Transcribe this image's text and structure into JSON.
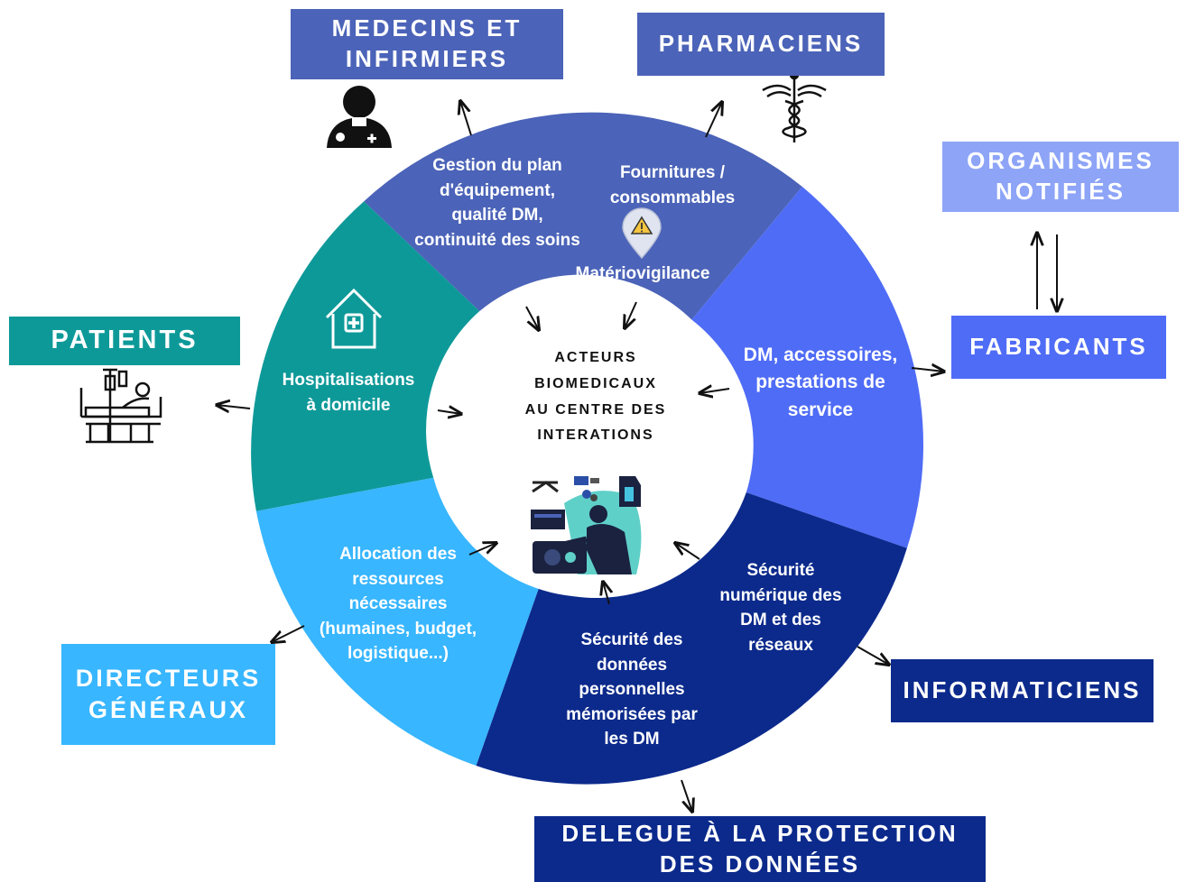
{
  "colors": {
    "teal": "#0e9999",
    "slate_blue": "#4b63b8",
    "blue": "#4f6cf6",
    "navy": "#0c2a8c",
    "sky": "#38b6ff",
    "light_blue": "#8da4f7",
    "center": "#ffffff"
  },
  "actors": {
    "medecins": "MEDECINS ET\nINFIRMIERS",
    "pharmaciens": "PHARMACIENS",
    "organismes": "ORGANISMES\nNOTIFIÉS",
    "fabricants": "FABRICANTS",
    "patients": "PATIENTS",
    "directeurs": "DIRECTEURS\nGÉNÉRAUX",
    "informaticiens": "INFORMATICIENS",
    "delegue": "DELEGUE À LA PROTECTION\nDES DONNÉES"
  },
  "segments": {
    "gestion": "Gestion du plan\nd'équipement,\nqualité DM,\ncontinuité des soins",
    "fournitures": "Fournitures /\nconsommables",
    "materiovigilance": "Matériovigilance",
    "dm": "DM, accessoires,\nprestations de\nservice",
    "securite_num": "Sécurité\nnumérique des\nDM et des\nréseaux",
    "securite_donnees": "Sécurité des\ndonnées\npersonnelles\nmémorisées par\nles DM",
    "allocation": "Allocation des\nressources\nnécessaires\n(humaines, budget,\nlogistique...)",
    "hospitalisation": "Hospitalisations\nà domicile"
  },
  "center_title": "ACTEURS\nBIOMEDICAUX\nAU CENTRE DES\nINTERATIONS",
  "icons": [
    "doctor-icon",
    "caduceus-icon",
    "patient-bed-icon",
    "house-medical-icon",
    "warning-pin-icon",
    "technician-illustration"
  ]
}
